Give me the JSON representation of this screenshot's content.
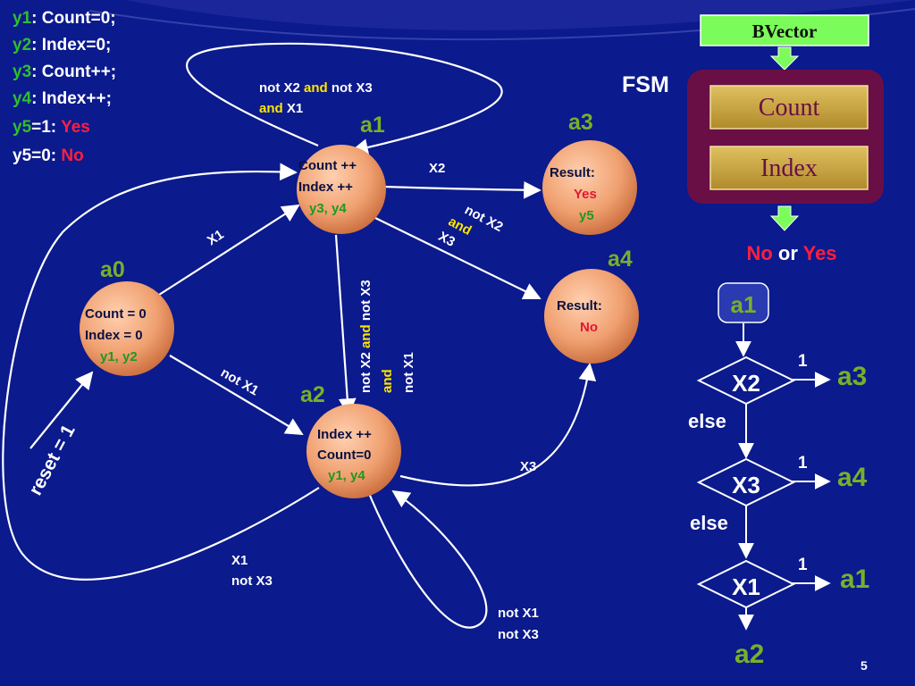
{
  "colors": {
    "background": "#0b1a8c",
    "text": "#ffffff",
    "green": "#2fbf2f",
    "red": "#ff1f3d",
    "yellow": "#ffe600",
    "state_olive": "#77b02a",
    "node_fill": "#f0a070",
    "fsm_box": "#6a0f45",
    "reg_fill": "#c9a43a",
    "reg_text": "#6a0f45",
    "bvector_fill": "#7cfc5a"
  },
  "legend": [
    {
      "code": "y1",
      "text": ": Count=0;"
    },
    {
      "code": "y2",
      "text": ": Index=0;"
    },
    {
      "code": "y3",
      "text": ": Count++;"
    },
    {
      "code": "y4",
      "text": ": Index++;"
    },
    {
      "code": "y5",
      "text": "=1: ",
      "value": "Yes"
    },
    {
      "code": "y5=0: ",
      "text": "",
      "value": "No"
    }
  ],
  "states": {
    "a0": {
      "name": "a0",
      "lines": [
        "Count = 0",
        "Index = 0"
      ],
      "outputs": "y1, y2"
    },
    "a1": {
      "name": "a1",
      "lines": [
        "Count ++",
        "Index ++"
      ],
      "outputs": "y3, y4"
    },
    "a2": {
      "name": "a2",
      "lines": [
        "Index ++",
        "Count=0"
      ],
      "outputs": "y1, y4"
    },
    "a3": {
      "name": "a3",
      "lines": [
        "Result:"
      ],
      "value": "Yes",
      "outputs": "y5"
    },
    "a4": {
      "name": "a4",
      "lines": [
        "Result:"
      ],
      "value": "No"
    }
  },
  "transitions": {
    "a1_loop": {
      "l1a": "not X2 ",
      "and1": "and",
      "l1b": " not X3",
      "and2": "and",
      "l2b": " X1"
    },
    "a1_a3": "X2",
    "a1_a4": {
      "a": "not X2",
      "and": "and",
      "b": "X3"
    },
    "a1_a2": {
      "a": "not X2 ",
      "and": "and",
      "b": " not X3",
      "and2": "and",
      "c": "not X1"
    },
    "a0_a1": "X1",
    "a0_a2": "not X1",
    "a2_a4": "X3",
    "a2_a1": {
      "a": "X1",
      "b": "not X3"
    },
    "a2_loop": {
      "a": "not X1",
      "b": "not X3"
    },
    "reset": "reset = 1"
  },
  "fsm_panel": {
    "bvector": "BVector",
    "fsm_label": "FSM",
    "registers": [
      "Count",
      "Index"
    ],
    "output_no": "No",
    "output_or": " or ",
    "output_yes": "Yes"
  },
  "flowchart": {
    "start": "a1",
    "decisions": [
      {
        "cond": "X2",
        "one": "1",
        "target": "a3",
        "else": "else"
      },
      {
        "cond": "X3",
        "one": "1",
        "target": "a4",
        "else": "else"
      },
      {
        "cond": "X1",
        "one": "1",
        "target": "a1"
      }
    ],
    "end": "a2"
  },
  "page_number": "5"
}
